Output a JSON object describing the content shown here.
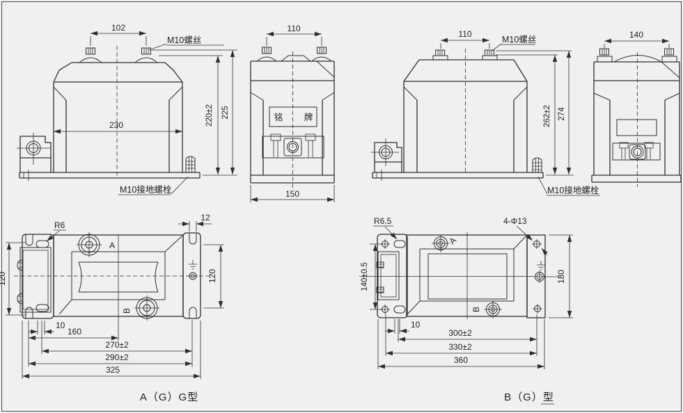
{
  "meta": {
    "bg_color": "#f0f0ee",
    "line_color": "#2e2e2e"
  },
  "views": {
    "a_front": {
      "dim_top": "102",
      "dim_width": "230",
      "dim_h1": "220±2",
      "dim_h2": "225",
      "screw_label": "M10螺丝",
      "ground_label": "M10接地螺栓"
    },
    "a_side": {
      "dim_top": "110",
      "dim_base": "150",
      "nameplate_l": "铭",
      "nameplate_r": "牌"
    },
    "b_front": {
      "dim_top": "110",
      "dim_h1": "262±2",
      "dim_h2": "274",
      "screw_label": "M10螺丝",
      "ground_label": "M10接地螺栓"
    },
    "b_side": {
      "dim_top": "140"
    },
    "a_top": {
      "radius_label": "R6",
      "dim_flange": "12",
      "dim_left": "120",
      "dim_right": "120",
      "term_a": "A",
      "term_b": "B",
      "dim_10": "10",
      "dim_160": "160",
      "dim_270": "270±2",
      "dim_290": "290±2",
      "dim_325": "325",
      "title": "A（G）G型"
    },
    "b_top": {
      "radius_label": "R6.5",
      "holes_label": "4-Φ13",
      "dim_left": "140±0.5",
      "dim_right": "180",
      "term_a": "A",
      "term_b": "B",
      "dim_10": "10",
      "dim_300": "300±2",
      "dim_330": "330±2",
      "dim_360": "360",
      "title": "B（G）型"
    }
  }
}
